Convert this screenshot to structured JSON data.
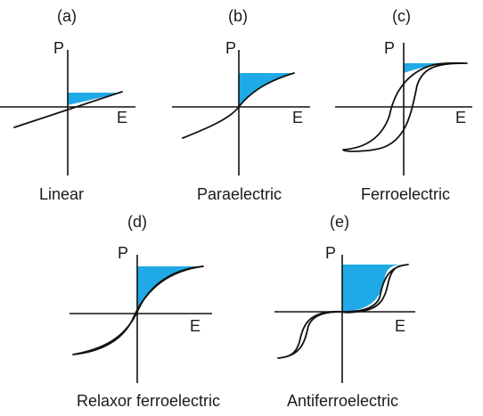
{
  "accent_fill": "#1FA9E6",
  "panels": [
    {
      "id": "a",
      "label": "(a)",
      "p_axis": "P",
      "e_axis": "E",
      "caption": "Linear"
    },
    {
      "id": "b",
      "label": "(b)",
      "p_axis": "P",
      "e_axis": "E",
      "caption": "Paraelectric"
    },
    {
      "id": "c",
      "label": "(c)",
      "p_axis": "P",
      "e_axis": "E",
      "caption": "Ferroelectric"
    },
    {
      "id": "d",
      "label": "(d)",
      "p_axis": "P",
      "e_axis": "E",
      "caption": "Relaxor ferroelectric"
    },
    {
      "id": "e",
      "label": "(e)",
      "p_axis": "P",
      "e_axis": "E",
      "caption": "Antiferroelectric"
    }
  ]
}
